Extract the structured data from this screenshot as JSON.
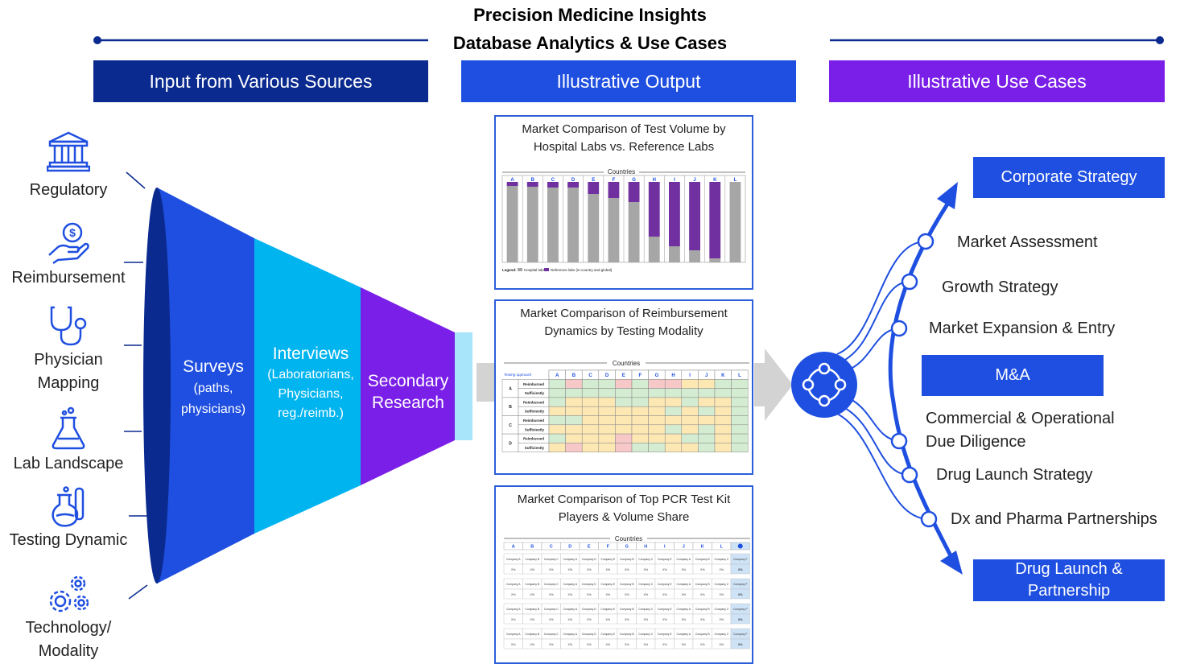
{
  "title": {
    "line1": "Precision Medicine Insights",
    "line2": "Database Analytics & Use Cases"
  },
  "headers": {
    "input": "Input from Various Sources",
    "output": "Illustrative Output",
    "use_cases": "Illustrative Use Cases"
  },
  "sources": [
    {
      "label": "Regulatory",
      "icon": "government-building-icon"
    },
    {
      "label": "Reimbursement",
      "icon": "hand-dollar-icon"
    },
    {
      "label_line1": "Physician",
      "label_line2": "Mapping",
      "icon": "stethoscope-icon"
    },
    {
      "label": "Lab Landscape",
      "icon": "lab-flask-icon"
    },
    {
      "label": "Testing Dynamic",
      "icon": "test-tube-flask-icon"
    },
    {
      "label_line1": "Technology/",
      "label_line2": "Modality",
      "icon": "gears-icon"
    }
  ],
  "funnel": {
    "surveys_title": "Surveys",
    "surveys_sub1": "(paths,",
    "surveys_sub2": "physicians)",
    "interviews_title": "Interviews",
    "interviews_sub1": "(Laboratorians,",
    "interviews_sub2": "Physicians,",
    "interviews_sub3": "reg./reimb.)",
    "secondary_line1": "Secondary",
    "secondary_line2": "Research"
  },
  "panels": {
    "p1": {
      "title_line1": "Market Comparison of Test Volume by",
      "title_line2": "Hospital Labs vs. Reference Labs",
      "countries_label": "Countries",
      "legend_label": "Legend:",
      "legend_hospital": "Hospital labs",
      "legend_reference": "Reference labs (in-country and global)"
    },
    "p2": {
      "title_line1": "Market Comparison of Reimbursement",
      "title_line2": "Dynamics by Testing Modality",
      "countries_label": "Countries",
      "testing_approach": "Testing approach",
      "row_groups": [
        "A",
        "B",
        "C",
        "D"
      ],
      "row_labels": [
        "Reimbursed",
        "Sufficiently"
      ]
    },
    "p3": {
      "title_line1": "Market Comparison of Top PCR Test Kit",
      "title_line2": "Players & Volume Share",
      "countries_label": "Countries",
      "company_cells": [
        "Company A",
        "Company B",
        "Company C",
        "Company A",
        "Company D",
        "Company E",
        "Company B",
        "Company C",
        "Company E",
        "Company A",
        "Company B",
        "Company Z",
        "Company F"
      ],
      "share_cell": "X%"
    }
  },
  "country_letters": [
    "A",
    "B",
    "C",
    "D",
    "E",
    "F",
    "G",
    "H",
    "I",
    "J",
    "K",
    "L"
  ],
  "chart_data": {
    "type": "bar",
    "categories": [
      "A",
      "B",
      "C",
      "D",
      "E",
      "F",
      "G",
      "H",
      "I",
      "J",
      "K",
      "L"
    ],
    "series": [
      {
        "name": "Hospital labs",
        "values": [
          95,
          94,
          93,
          93,
          85,
          80,
          75,
          32,
          20,
          15,
          5,
          100
        ]
      },
      {
        "name": "Reference labs (in-country and global)",
        "values": [
          5,
          6,
          7,
          7,
          15,
          20,
          25,
          68,
          80,
          85,
          95,
          0
        ]
      }
    ],
    "stacked": true,
    "ylim": [
      0,
      100
    ],
    "colors": {
      "hospital": "#a6a6a6",
      "reference": "#7030a0"
    }
  },
  "reimbursement_grid": [
    [
      "g",
      "r",
      "g",
      "g",
      "r",
      "g",
      "r",
      "r",
      "y",
      "y",
      "g",
      "g"
    ],
    [
      "g",
      "g",
      "g",
      "g",
      "g",
      "g",
      "g",
      "g",
      "g",
      "g",
      "g",
      "g"
    ],
    [
      "g",
      "y",
      "y",
      "y",
      "g",
      "g",
      "y",
      "y",
      "g",
      "y",
      "y",
      "g"
    ],
    [
      "y",
      "y",
      "y",
      "y",
      "y",
      "y",
      "y",
      "g",
      "y",
      "g",
      "y",
      "g"
    ],
    [
      "g",
      "g",
      "y",
      "y",
      "y",
      "y",
      "y",
      "y",
      "y",
      "y",
      "y",
      "g"
    ],
    [
      "y",
      "y",
      "y",
      "y",
      "y",
      "y",
      "y",
      "g",
      "y",
      "g",
      "y",
      "g"
    ],
    [
      "g",
      "y",
      "y",
      "y",
      "r",
      "y",
      "y",
      "y",
      "g",
      "g",
      "y",
      "g"
    ],
    [
      "y",
      "r",
      "y",
      "y",
      "r",
      "g",
      "g",
      "y",
      "y",
      "g",
      "y",
      "g"
    ]
  ],
  "use_cases": {
    "corporate_strategy": "Corporate Strategy",
    "market_assessment": "Market Assessment",
    "growth_strategy": "Growth Strategy",
    "market_expansion": "Market Expansion & Entry",
    "ma": "M&A",
    "commercial_line1": "Commercial & Operational",
    "commercial_line2": "Due Diligence",
    "drug_launch_strategy": "Drug Launch Strategy",
    "dx_pharma": "Dx and Pharma Partnerships",
    "drug_launch_line1": "Drug Launch &",
    "drug_launch_line2": "Partnership"
  },
  "colors": {
    "navy": "#0a2a8f",
    "royal": "#1f4fe0",
    "purple": "#7a1fe8",
    "cyan": "#00b4f0",
    "light_cyan": "#a8e4fa",
    "arrow_gray": "#d3d3d3"
  }
}
